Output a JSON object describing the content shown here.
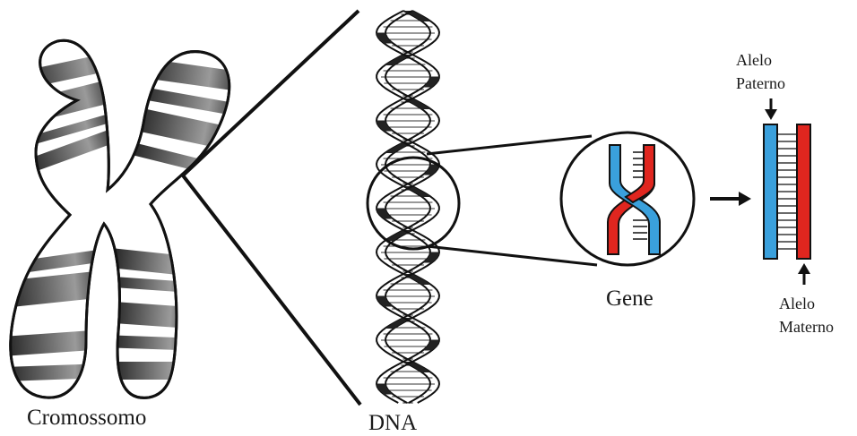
{
  "labels": {
    "chromosome": "Cromossomo",
    "dna": "DNA",
    "gene": "Gene",
    "paternal_line1": "Alelo",
    "paternal_line2": "Paterno",
    "maternal_line1": "Alelo",
    "maternal_line2": "Materno"
  },
  "colors": {
    "paternal_allele": "#3aa0dc",
    "maternal_allele": "#e0261f",
    "outline": "#111111"
  },
  "icons": [
    "chromosome-icon",
    "dna-helix-icon",
    "gene-icon",
    "allele-pair-icon",
    "arrow-right-icon",
    "arrow-down-icon",
    "arrow-up-icon"
  ]
}
